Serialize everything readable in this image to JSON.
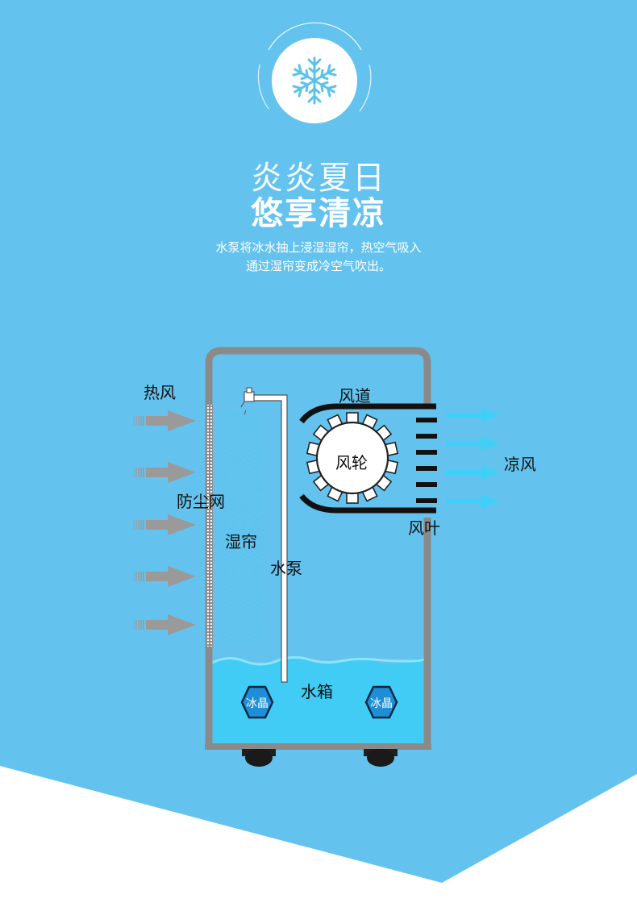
{
  "header": {
    "title_line1": "炎炎夏日",
    "title_line2": "悠享清凉",
    "description_line1": "水泵将冰水抽上浸湿湿帘，热空气吸入",
    "description_line2": "通过湿帘变成冷空气吹出。"
  },
  "icons": {
    "top_icon": "snowflake-icon",
    "hot_air_arrow": "gray-arrow-icon",
    "cool_air_arrow": "blue-arrow-icon"
  },
  "diagram": {
    "labels": {
      "hot_wind": "热风",
      "dust_net": "防尘网",
      "wet_curtain": "湿帘",
      "water_pump": "水泵",
      "air_duct": "风道",
      "fan_wheel": "风轮",
      "cool_wind": "凉风",
      "fan_blade": "风叶",
      "water_tank": "水箱",
      "ice_crystal_left": "冰晶",
      "ice_crystal_right": "冰晶"
    }
  },
  "colors": {
    "background_blue": "#64c3ee",
    "water_blue": "#40ccf5",
    "casing_gray": "#8a8a8a",
    "arrow_gray": "#9a9a9a",
    "cool_arrow_blue": "#3fd0f7",
    "hex_blue": "#1d8fd8"
  }
}
